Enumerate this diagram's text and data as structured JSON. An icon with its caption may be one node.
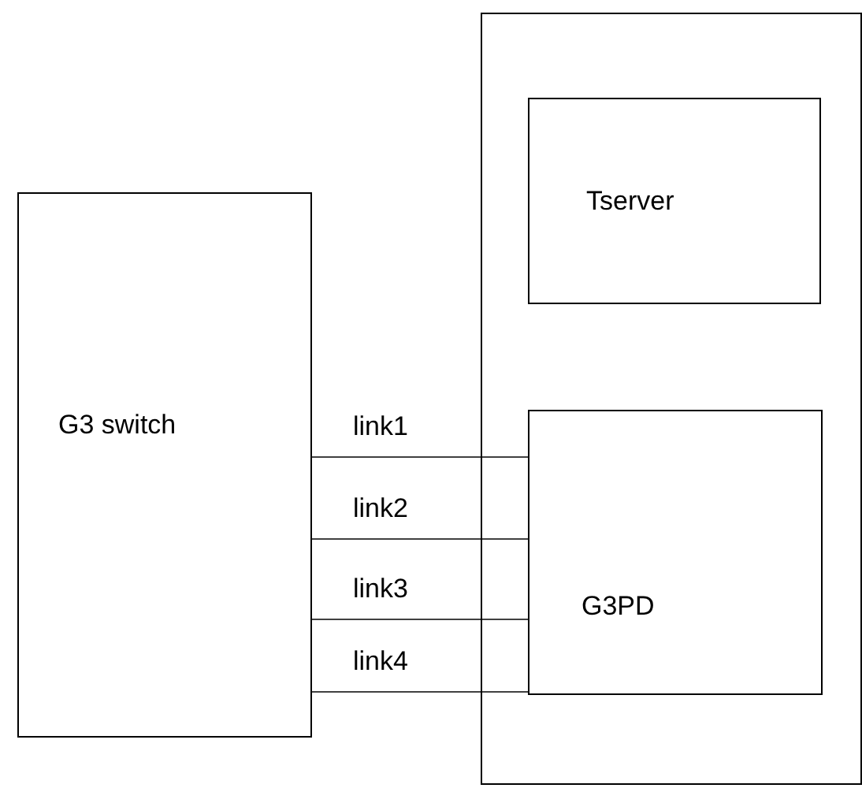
{
  "diagram": {
    "nodes": [
      {
        "text": [
          "G3 switch"
        ]
      },
      {
        "text": [],
        "shape": "box"
      },
      {
        "text": [
          "Tserver"
        ],
        "in": 1
      },
      {
        "text": [
          "G3PD"
        ],
        "in": 1
      }
    ],
    "edges": [
      {
        "from": 0,
        "to": 3,
        "arrow": "none",
        "label": "link1"
      },
      {
        "from": 0,
        "to": 3,
        "arrow": "none",
        "label": "link2"
      },
      {
        "from": 0,
        "to": 3,
        "arrow": "none",
        "label": "link3"
      },
      {
        "from": 0,
        "to": 3,
        "arrow": "none",
        "label": "link4"
      }
    ]
  }
}
